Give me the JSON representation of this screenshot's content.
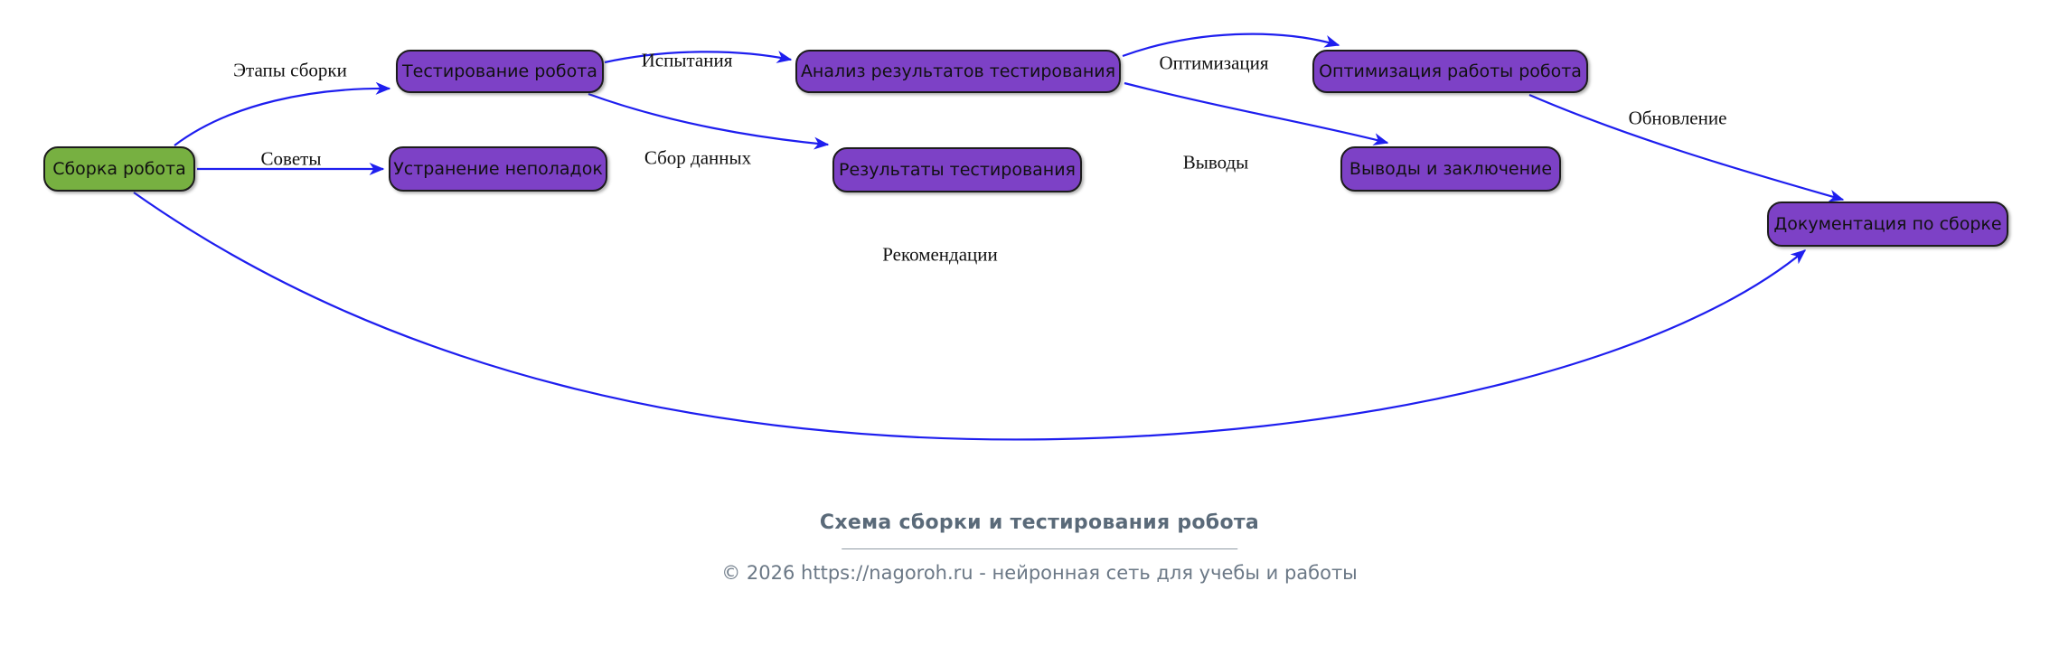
{
  "diagram": {
    "nodes": {
      "assembly": {
        "label": "Сборка робота"
      },
      "testing": {
        "label": "Тестирование робота"
      },
      "troubleshooting": {
        "label": "Устранение неполадок"
      },
      "analysis": {
        "label": "Анализ результатов тестирования"
      },
      "results": {
        "label": "Результаты тестирования"
      },
      "optimization": {
        "label": "Оптимизация работы робота"
      },
      "conclusions": {
        "label": "Выводы и заключение"
      },
      "documentation": {
        "label": "Документация по сборке"
      }
    },
    "edge_labels": {
      "stages": "Этапы сборки",
      "tips": "Советы",
      "trials": "Испытания",
      "data_collection": "Сбор данных",
      "optimization": "Оптимизация",
      "conclusions": "Выводы",
      "update": "Обновление",
      "recommendations": "Рекомендации"
    },
    "colors": {
      "start_node_fill": "#77b041",
      "node_fill": "#7d41c6",
      "node_border": "#1c1c1c",
      "node_text": "#111111",
      "edge": "#1e1eef",
      "edge_label_text": "#111111"
    }
  },
  "footer": {
    "title": "Схема сборки и тестирования робота",
    "copyright": "© 2026 https://nagoroh.ru - нейронная сеть для учебы и работы",
    "title_color": "#5a6a79",
    "copyright_color": "#6b7886"
  }
}
